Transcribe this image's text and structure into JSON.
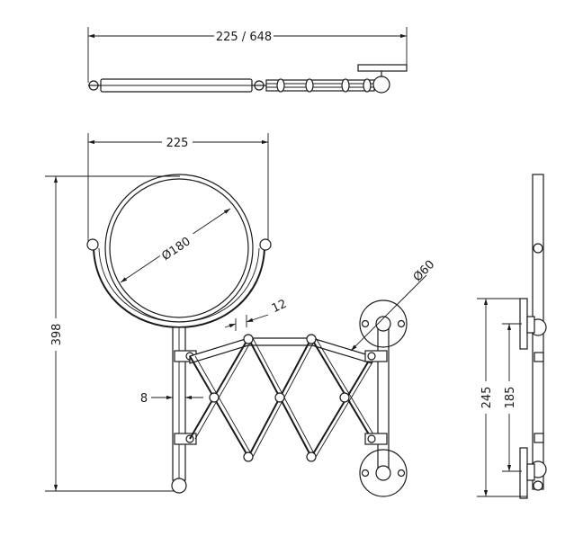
{
  "dimensions": {
    "top_width": "225 / 648",
    "front_width": "225",
    "mirror_diameter": "Ø180",
    "arm_width": "12",
    "rod_diameter": "8",
    "plate_diameter": "Ø60",
    "total_height": "398",
    "plate_spacing_outer": "245",
    "plate_spacing_inner": "185"
  },
  "colors": {
    "line": "#1a1a1a",
    "background": "#ffffff"
  }
}
